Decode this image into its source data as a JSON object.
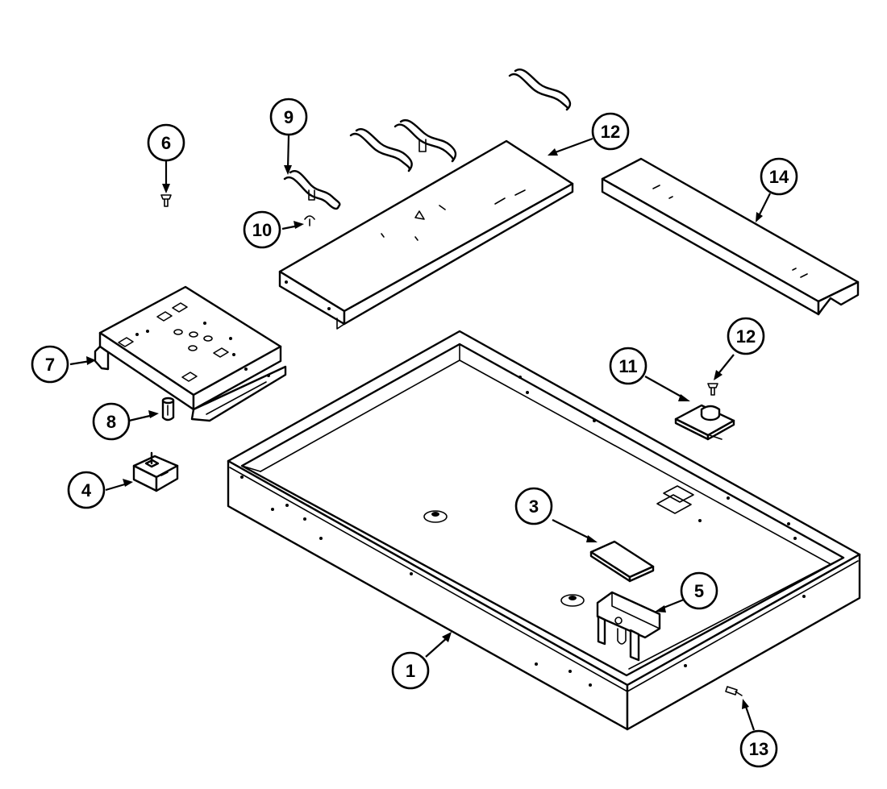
{
  "callouts": {
    "c1": "1",
    "c3": "3",
    "c4": "4",
    "c5": "5",
    "c6": "6",
    "c7": "7",
    "c8": "8",
    "c9": "9",
    "c10": "10",
    "c11": "11",
    "c12a": "12",
    "c12b": "12",
    "c13": "13",
    "c14": "14"
  }
}
